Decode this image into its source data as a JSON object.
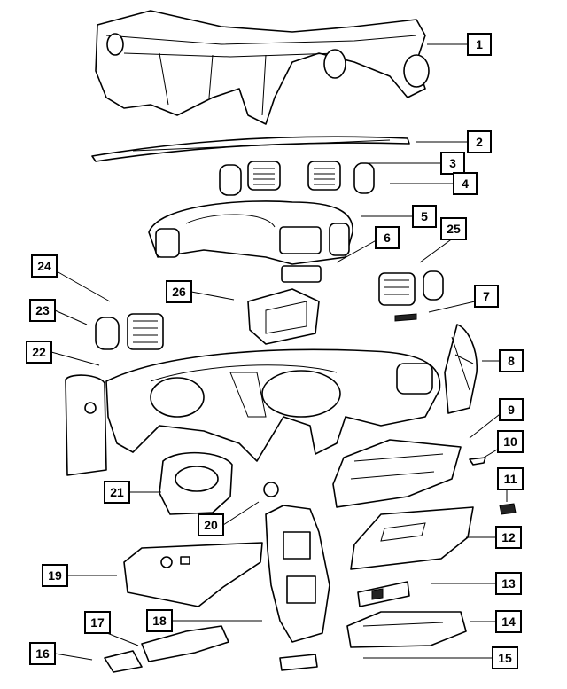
{
  "callouts": [
    "1",
    "2",
    "3",
    "4",
    "5",
    "6",
    "25",
    "24",
    "26",
    "7",
    "23",
    "22",
    "8",
    "9",
    "10",
    "11",
    "21",
    "20",
    "12",
    "19",
    "13",
    "18",
    "17",
    "14",
    "16",
    "15"
  ]
}
